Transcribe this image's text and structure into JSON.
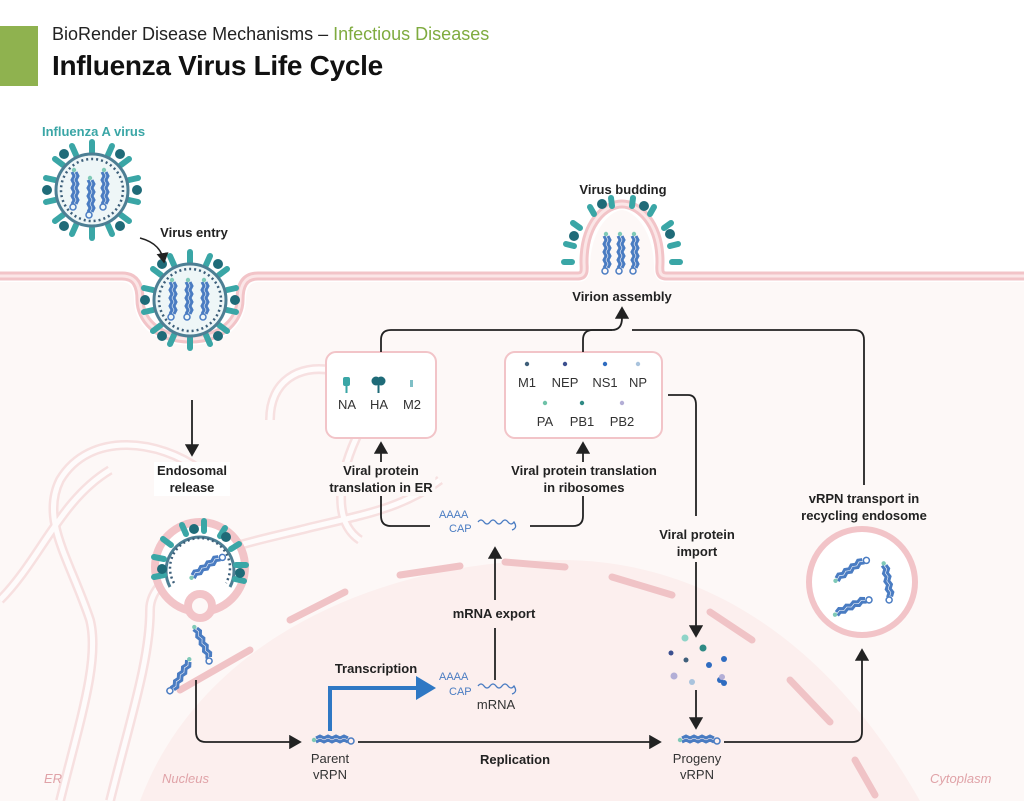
{
  "header": {
    "series": "BioRender Disease Mechanisms – ",
    "category": "Infectious Diseases",
    "title": "Influenza Virus Life Cycle",
    "accent_color": "#8fb24f"
  },
  "colors": {
    "membrane": "#f2c4c8",
    "cytoplasm": "#fdf8f7",
    "nucleus": "#fcefee",
    "virus_teal": "#3aa6a6",
    "virus_dark": "#1f6b78",
    "rna_blue": "#4a7cc2",
    "transcription_arrow": "#2f78c4"
  },
  "labels": {
    "influenza_a_virus": "Influenza A virus",
    "virus_entry": "Virus entry",
    "endosomal_release": [
      "Endosomal",
      "release"
    ],
    "virus_budding": "Virus budding",
    "virion_assembly": "Virion assembly",
    "translation_er": [
      "Viral protein",
      "translation in ER"
    ],
    "translation_ribosomes": [
      "Viral protein translation",
      "in ribosomes"
    ],
    "viral_protein_import": [
      "Viral protein",
      "import"
    ],
    "vrpn_transport": [
      "vRPN transport in",
      "recycling endosome"
    ],
    "mrna_export": "mRNA export",
    "transcription": "Transcription",
    "replication": "Replication",
    "parent_vrpn": [
      "Parent",
      "vRPN"
    ],
    "progeny_vrpn": [
      "Progeny",
      "vRPN"
    ],
    "mrna": "mRNA",
    "poly_a": "AAAA",
    "cap": "CAP"
  },
  "regions": {
    "er": "ER",
    "nucleus": "Nucleus",
    "cytoplasm": "Cytoplasm"
  },
  "er_proteins": [
    {
      "name": "NA",
      "icon": "na-protein-icon"
    },
    {
      "name": "HA",
      "icon": "ha-protein-icon"
    },
    {
      "name": "M2",
      "icon": "m2-protein-icon"
    }
  ],
  "ribosome_proteins": [
    {
      "name": "M1",
      "color": "#3f5f7a"
    },
    {
      "name": "NEP",
      "color": "#3b4f8f"
    },
    {
      "name": "NS1",
      "color": "#2f6cc0"
    },
    {
      "name": "NP",
      "color": "#a9c3dd"
    },
    {
      "name": "PA",
      "color": "#6fc2a8"
    },
    {
      "name": "PB1",
      "color": "#2f8a84"
    },
    {
      "name": "PB2",
      "color": "#b3aed6"
    }
  ]
}
